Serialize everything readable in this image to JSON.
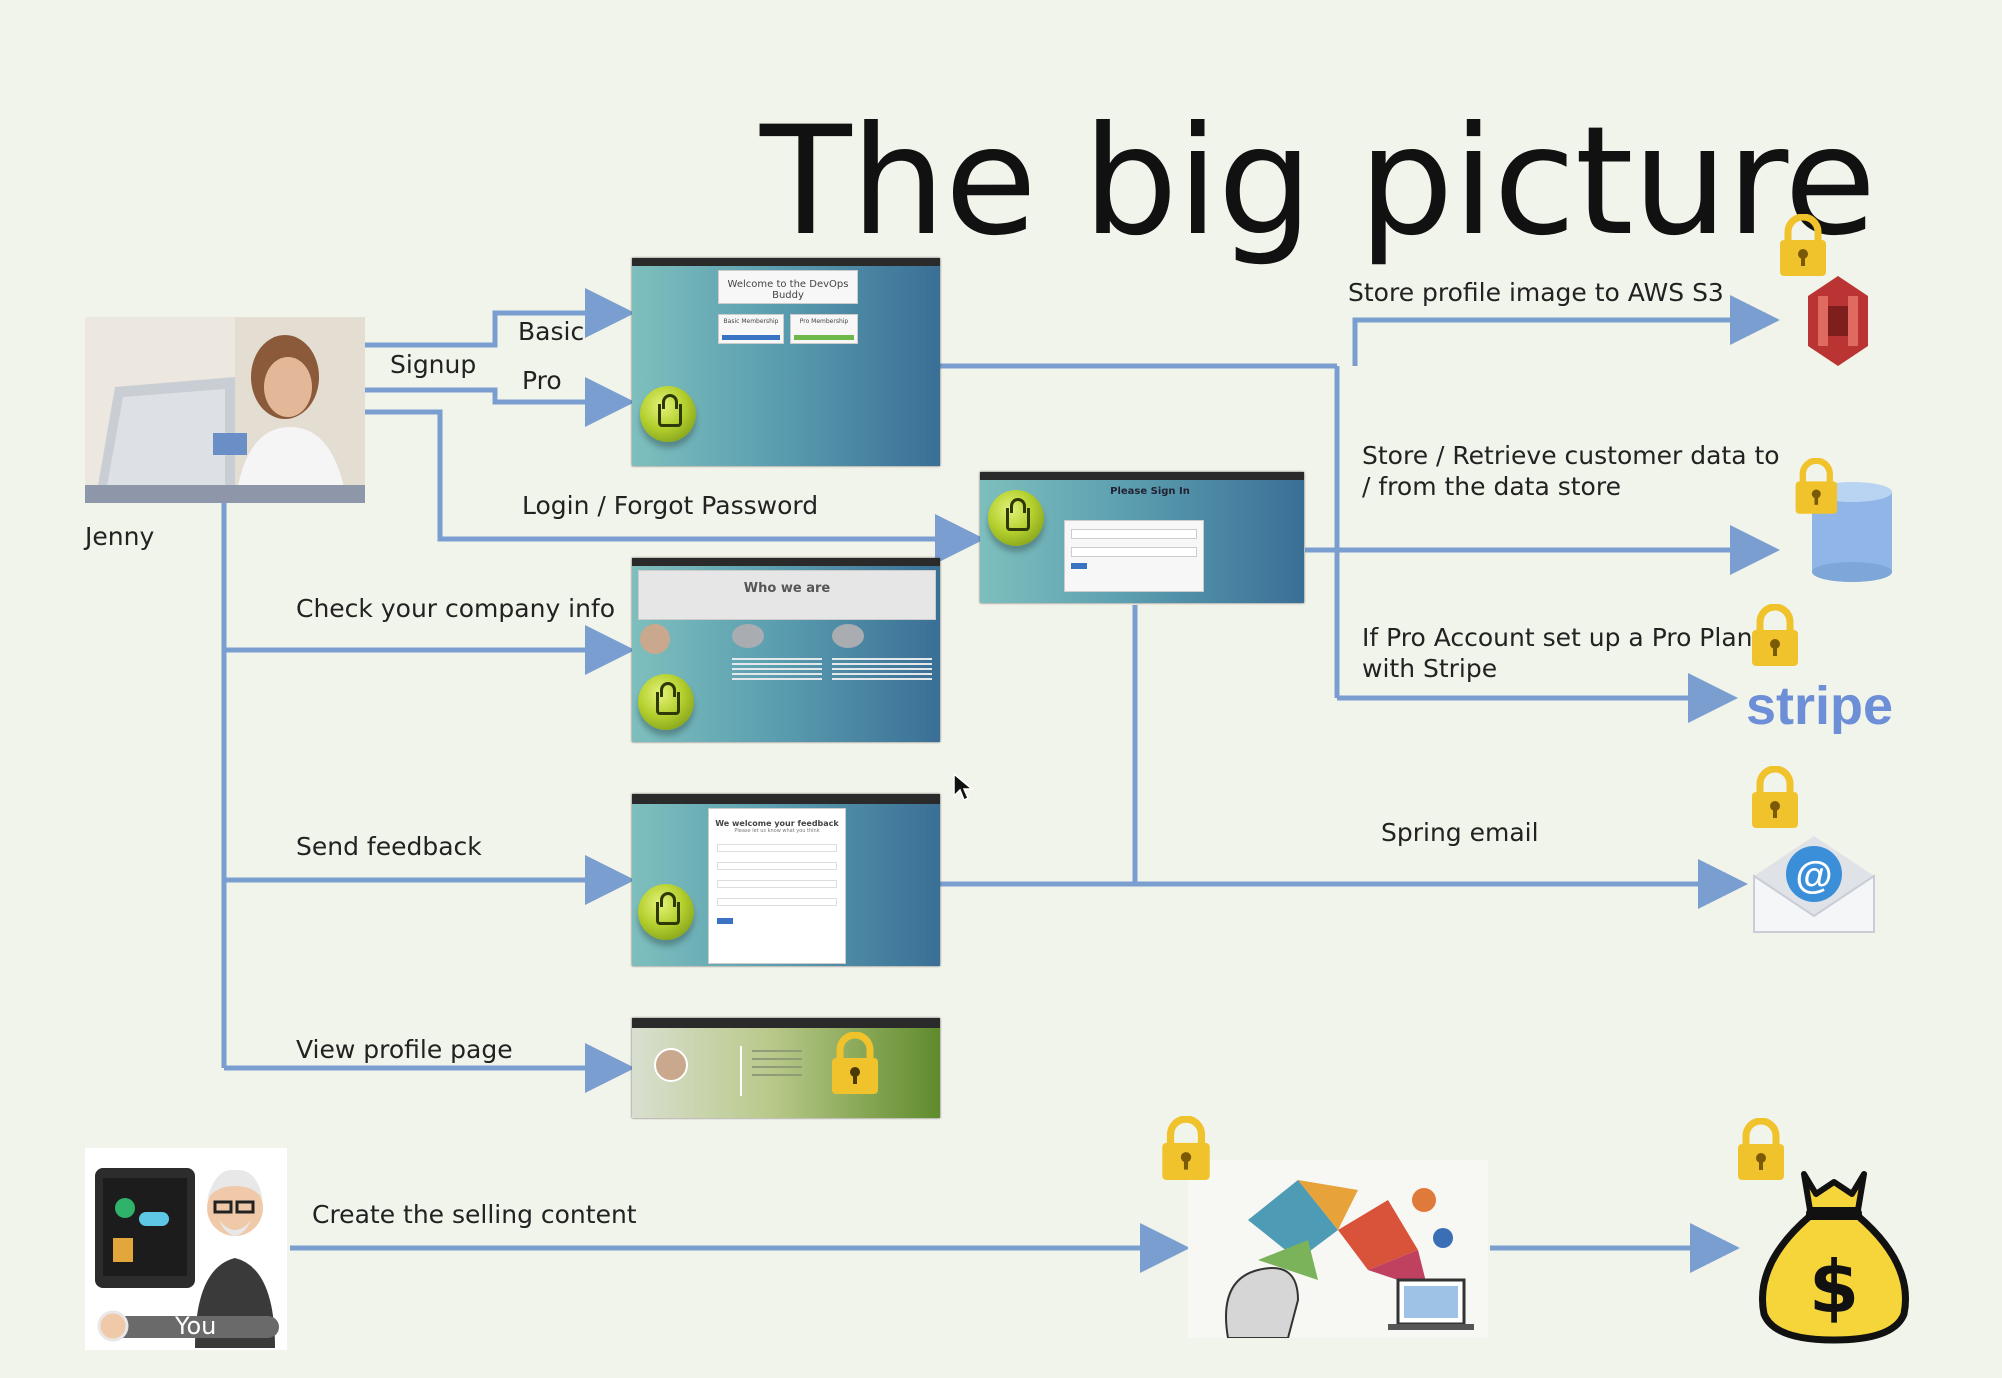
{
  "title": "The big picture",
  "labels": {
    "jenny": "Jenny",
    "signup": "Signup",
    "basic": "Basic",
    "pro": "Pro",
    "login": "Login / Forgot Password",
    "company": "Check your company info",
    "feedback": "Send feedback",
    "profile": "View profile page",
    "s3": "Store profile image to AWS S3",
    "datastore": "Store / Retrieve customer data to / from the data store",
    "stripe_note": "If Pro Account set up a Pro Plan with Stripe",
    "email": "Spring email",
    "selling": "Create the selling content",
    "you": "You"
  },
  "screens": {
    "welcome": {
      "title": "Welcome to the DevOps Buddy",
      "basic": "Basic Membership",
      "pro": "Pro Membership"
    },
    "signin": {
      "title": "Please Sign In"
    },
    "whoweare": {
      "title": "Who we are"
    },
    "feedback": {
      "title": "We welcome your feedback",
      "subtitle": "Please let us know what you think"
    }
  },
  "logos": {
    "stripe": "stripe",
    "dollar": "$",
    "at": "@"
  },
  "colors": {
    "arrow": "#7a9ed0",
    "lock": "#f0c22c",
    "s3": "#b93433",
    "db": "#8fb6e6",
    "stripe": "#6d8fd8"
  }
}
